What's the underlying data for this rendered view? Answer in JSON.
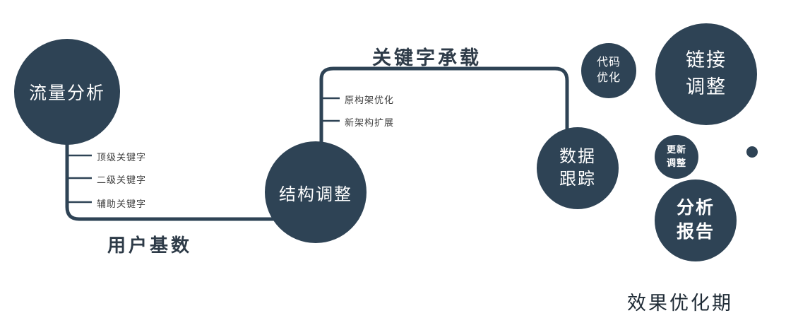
{
  "colors": {
    "node_fill": "#2e4355",
    "line": "#2e4355",
    "label_dark": "#2e3b48",
    "branch_text": "#3d3d3d",
    "caption_color": "#1f2b36"
  },
  "nodes": {
    "traffic": {
      "label": "流量分析"
    },
    "structure": {
      "label": "结构调整"
    },
    "tracking": {
      "label": "数据\n跟踪"
    },
    "code": {
      "label": "代码\n优化"
    },
    "link": {
      "label": "链接\n调整"
    },
    "update": {
      "label": "更新\n调整"
    },
    "report": {
      "label": "分析\n报告"
    }
  },
  "branch_labels": {
    "keywords": [
      "顶级关键字",
      "二级关键字",
      "辅助关键字"
    ],
    "architecture": [
      "原构架优化",
      "新架构扩展"
    ]
  },
  "edge_labels": {
    "user_base": "用户基数",
    "keyword_carry": "关键字承载"
  },
  "caption": "效果优化期"
}
